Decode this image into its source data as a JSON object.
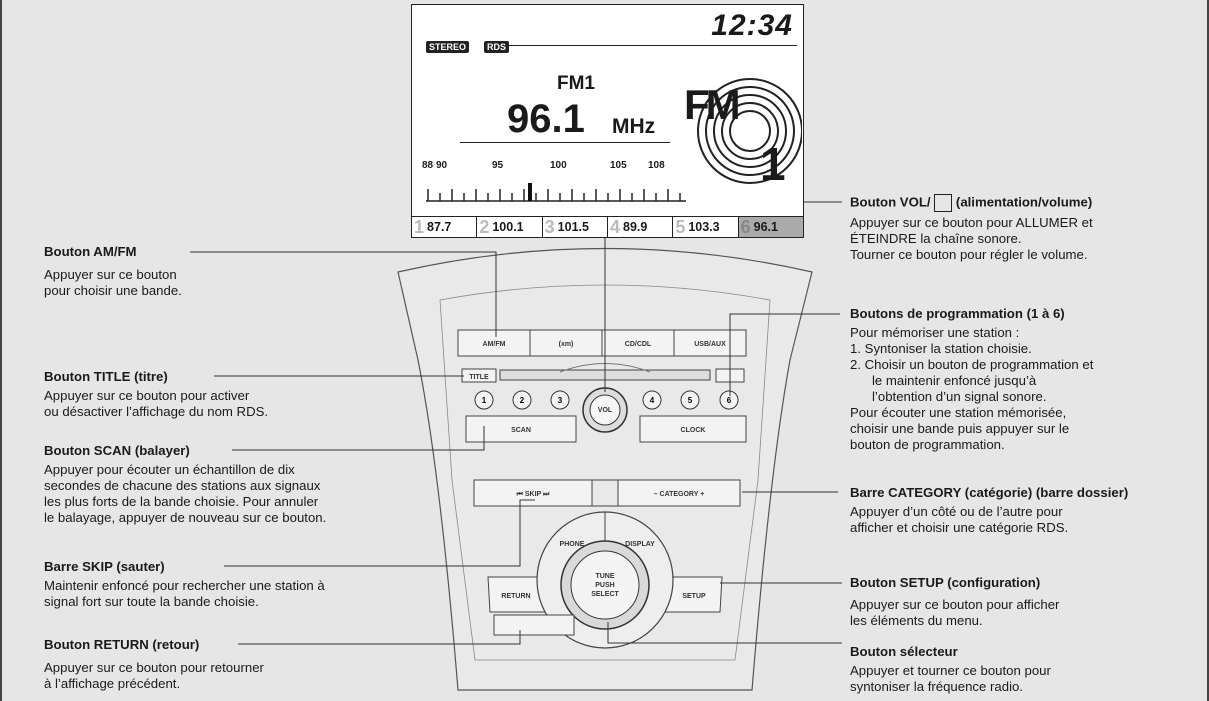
{
  "display": {
    "clock": "12:34",
    "badges": [
      "STEREO",
      "RDS"
    ],
    "band": "FM1",
    "frequency": "96.1",
    "unit": "MHz",
    "scale_ticks": [
      "88",
      "90",
      "95",
      "100",
      "105",
      "108"
    ],
    "logo_text": "FM",
    "logo_number": "1",
    "presets": [
      {
        "num": "1",
        "freq": "87.7"
      },
      {
        "num": "2",
        "freq": "100.1"
      },
      {
        "num": "3",
        "freq": "101.5"
      },
      {
        "num": "4",
        "freq": "89.9"
      },
      {
        "num": "5",
        "freq": "103.3"
      },
      {
        "num": "6",
        "freq": "96.1"
      }
    ],
    "active_preset": 5
  },
  "console": {
    "amfm": "AM/FM",
    "xm": "(xm)",
    "cdcdl": "CD/CDL",
    "usbaux": "USB/AUX",
    "title": "TITLE",
    "preset_keys": [
      "1",
      "2",
      "3",
      "4",
      "5",
      "6"
    ],
    "vol": "VOL",
    "scan": "SCAN",
    "clock": "CLOCK",
    "skip": "⏮ SKIP ⏭",
    "category": "– CATEGORY +",
    "phone": "PHONE",
    "display": "DISPLAY",
    "tune_lines": [
      "TUNE",
      "PUSH",
      "SELECT"
    ],
    "return": "RETURN",
    "setup": "SETUP"
  },
  "annotations": {
    "amfm": {
      "title": "Bouton AM/FM",
      "lines": [
        "Appuyer sur ce bouton",
        "pour choisir une bande."
      ]
    },
    "title": {
      "title": "Bouton TITLE (titre)",
      "lines": [
        "Appuyer sur ce bouton pour activer",
        "ou désactiver l’affichage du nom RDS."
      ]
    },
    "scan": {
      "title": "Bouton SCAN (balayer)",
      "lines": [
        "Appuyer pour écouter un échantillon de dix",
        "secondes de chacune des stations aux signaux",
        "les plus forts de la bande choisie. Pour annuler",
        "le balayage, appuyer de nouveau sur ce bouton."
      ]
    },
    "skip": {
      "title": "Barre SKIP (sauter)",
      "lines": [
        "Maintenir enfoncé pour rechercher une station à",
        "signal fort sur toute la bande choisie."
      ]
    },
    "return": {
      "title": "Bouton RETURN (retour)",
      "lines": [
        "Appuyer sur ce bouton pour retourner",
        "à l’affichage précédent."
      ]
    },
    "vol": {
      "title_pre": "Bouton VOL/",
      "title_post": "(alimentation/volume)",
      "lines": [
        "Appuyer sur ce bouton pour ALLUMER et",
        "ÉTEINDRE la chaîne sonore.",
        "Tourner ce bouton pour régler le volume."
      ]
    },
    "preset": {
      "title": "Boutons de programmation (1 à 6)",
      "lines": [
        "Pour mémoriser une station :",
        "1. Syntoniser la station choisie.",
        "2. Choisir un bouton de programmation et",
        "le maintenir enfoncé jusqu’à",
        "l’obtention d’un signal sonore.",
        "Pour écouter une station mémorisée,",
        "choisir une bande puis appuyer sur le",
        "bouton de programmation."
      ]
    },
    "category": {
      "title": "Barre CATEGORY (catégorie) (barre dossier)",
      "lines": [
        "Appuyer d’un côté ou de l’autre pour",
        "afficher et choisir une catégorie RDS."
      ]
    },
    "setup": {
      "title": "Bouton SETUP (configuration)",
      "lines": [
        "Appuyer sur ce bouton pour afficher",
        "les éléments du menu."
      ]
    },
    "selector": {
      "title": "Bouton sélecteur",
      "lines": [
        "Appuyer et tourner ce bouton pour",
        "syntoniser la fréquence radio."
      ]
    }
  }
}
